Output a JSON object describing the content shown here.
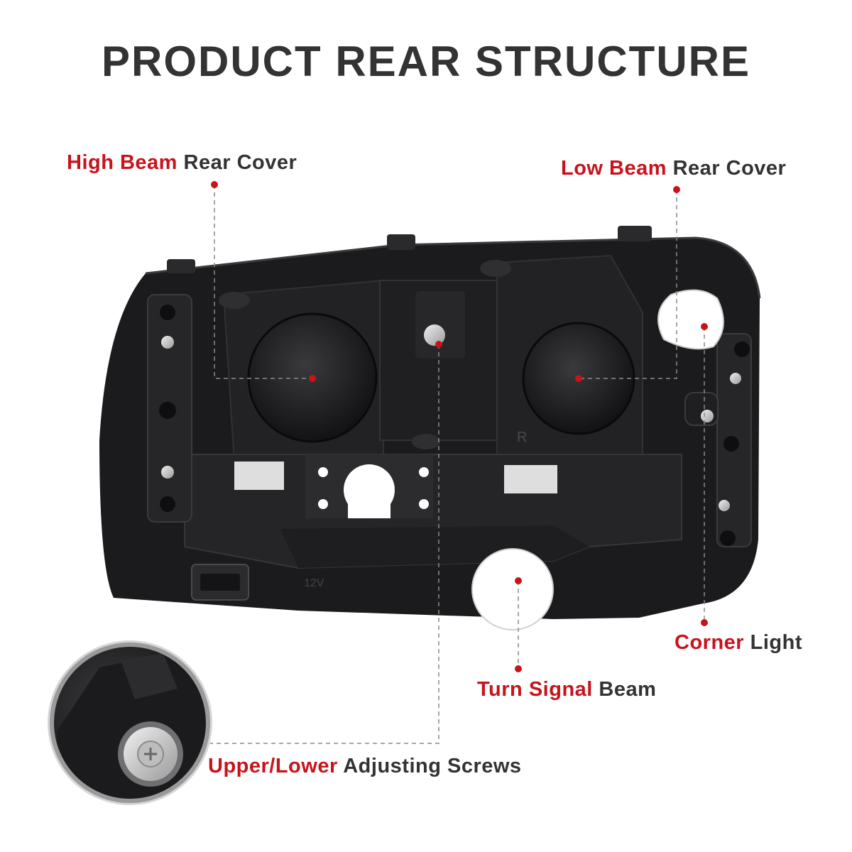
{
  "header": {
    "title": "PRODUCT REAR STRUCTURE"
  },
  "callouts": {
    "high_beam": {
      "highlight": "High Beam",
      "rest": "Rear Cover"
    },
    "low_beam": {
      "highlight": "Low Beam",
      "rest": "Rear Cover"
    },
    "corner": {
      "highlight": "Corner",
      "rest": "Light"
    },
    "turn_signal": {
      "highlight": "Turn Signal",
      "rest": "Beam"
    },
    "screws": {
      "highlight": "Upper/Lower",
      "rest": "Adjusting Screws"
    }
  },
  "housing_marks": {
    "r_mark": "R",
    "voltage_mark": "12V"
  },
  "colors": {
    "accent": "#c8131b",
    "text": "#333333",
    "housing": "#1b1b1d",
    "leader": "#8a8a8a"
  }
}
